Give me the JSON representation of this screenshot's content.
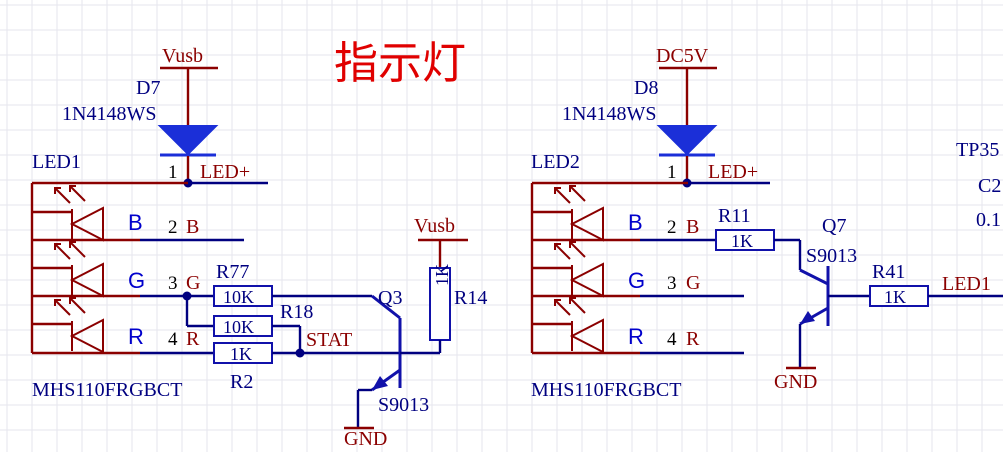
{
  "title": "指示灯",
  "left": {
    "supply": "Vusb",
    "diode_ref": "D7",
    "diode_part": "1N4148WS",
    "led_ref": "LED1",
    "led_part": "MHS110FRGBCT",
    "pin1": "1",
    "pin1_net": "LED+",
    "channels": [
      {
        "label": "B",
        "pin": "2",
        "net": "B"
      },
      {
        "label": "G",
        "pin": "3",
        "net": "G"
      },
      {
        "label": "R",
        "pin": "4",
        "net": "R"
      }
    ],
    "r77_ref": "R77",
    "r77_val": "10K",
    "r18_ref": "R18",
    "r18_val": "10K",
    "r2_ref": "R2",
    "r2_val": "1K",
    "stat_net": "STAT",
    "q3_ref": "Q3",
    "q3_part": "S9013",
    "r14_supply": "Vusb",
    "r14_ref": "R14",
    "r14_val": "1K",
    "gnd": "GND"
  },
  "right": {
    "supply": "DC5V",
    "diode_ref": "D8",
    "diode_part": "1N4148WS",
    "led_ref": "LED2",
    "led_part": "MHS110FRGBCT",
    "pin1": "1",
    "pin1_net": "LED+",
    "channels": [
      {
        "label": "B",
        "pin": "2",
        "net": "B"
      },
      {
        "label": "G",
        "pin": "3",
        "net": "G"
      },
      {
        "label": "R",
        "pin": "4",
        "net": "R"
      }
    ],
    "r11_ref": "R11",
    "r11_val": "1K",
    "q7_ref": "Q7",
    "q7_part": "S9013",
    "r41_ref": "R41",
    "r41_val": "1K",
    "led1_net": "LED1",
    "gnd": "GND"
  },
  "partial": {
    "tp": "TP35",
    "c": "C2",
    "val": "0.1"
  }
}
